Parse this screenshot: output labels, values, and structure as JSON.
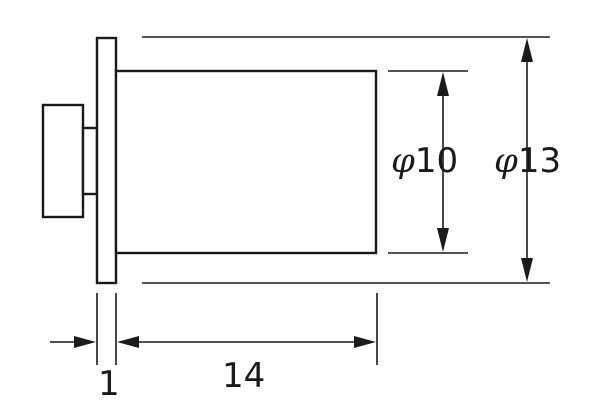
{
  "dimensions": {
    "diameter_inner": {
      "symbol": "φ",
      "value": "10"
    },
    "diameter_outer": {
      "symbol": "φ",
      "value": "13"
    },
    "flange_thickness": "1",
    "body_length": "14"
  },
  "colors": {
    "stroke": "#1a1a1a",
    "background": "#ffffff"
  }
}
